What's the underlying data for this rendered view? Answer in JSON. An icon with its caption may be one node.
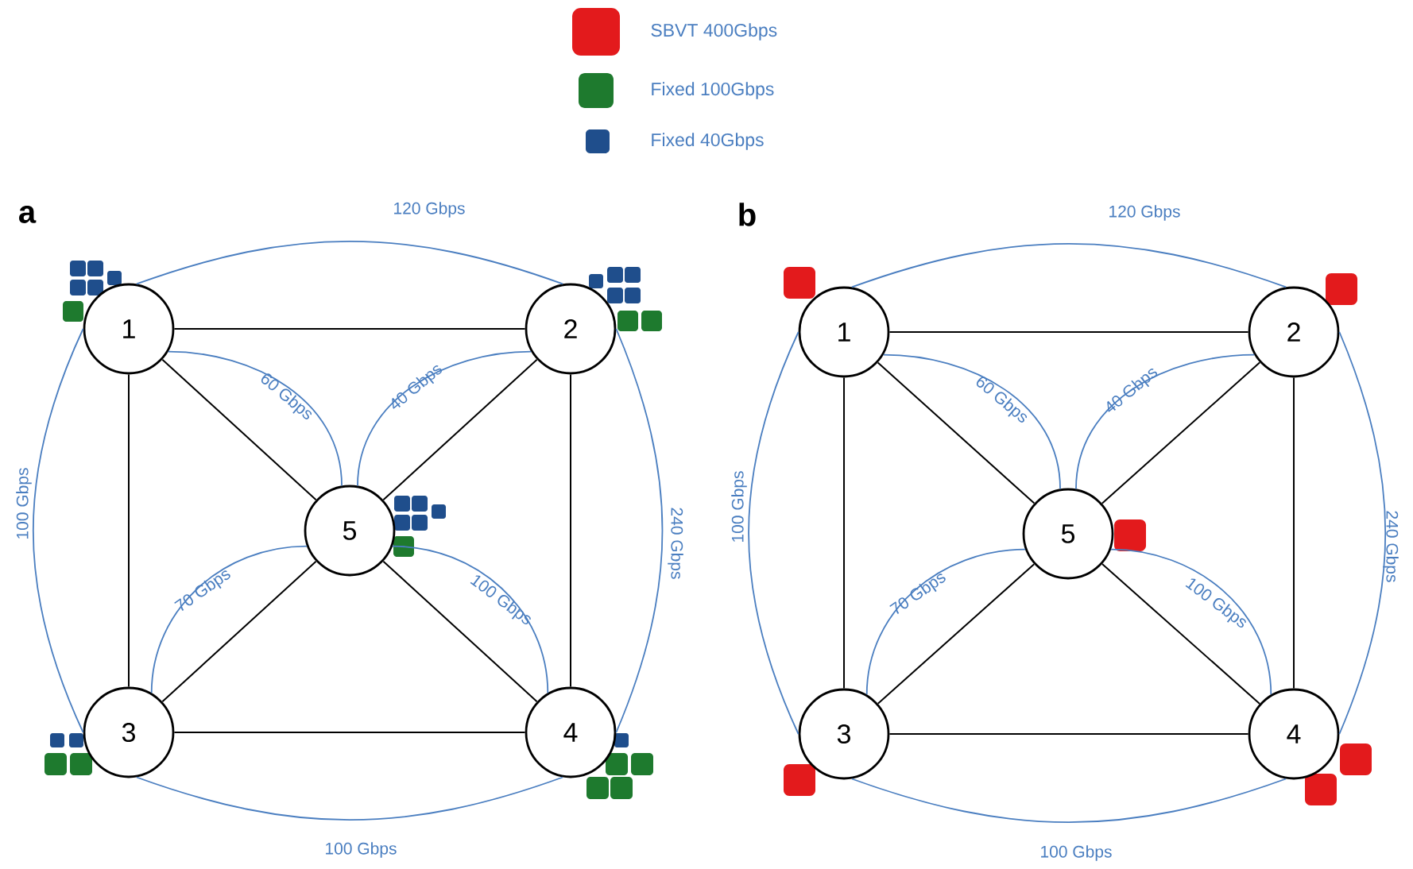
{
  "diagram": {
    "nodes": [
      {
        "text": [
          "1"
        ]
      },
      {
        "text": [
          "2"
        ]
      },
      {
        "text": [
          "3"
        ]
      },
      {
        "text": [
          "4"
        ]
      },
      {
        "text": [
          "5"
        ]
      },
      {
        "text": [
          "1"
        ]
      },
      {
        "text": [
          "2"
        ]
      },
      {
        "text": [
          "3"
        ]
      },
      {
        "text": [
          "4"
        ]
      },
      {
        "text": [
          "5"
        ]
      }
    ],
    "edges": [
      {
        "from": 0,
        "to": 1,
        "arrow": "none"
      },
      {
        "from": 0,
        "to": 2,
        "arrow": "none"
      },
      {
        "from": 1,
        "to": 3,
        "arrow": "none"
      },
      {
        "from": 2,
        "to": 3,
        "arrow": "none"
      },
      {
        "from": 0,
        "to": 4,
        "arrow": "none"
      },
      {
        "from": 1,
        "to": 4,
        "arrow": "none"
      },
      {
        "from": 2,
        "to": 4,
        "arrow": "none"
      },
      {
        "from": 4,
        "to": 3,
        "arrow": "none"
      },
      {
        "from": 0,
        "to": 1,
        "arrow": "none",
        "label": "120 Gbps",
        "color": "#4a7ec0"
      },
      {
        "from": 0,
        "to": 2,
        "arrow": "none",
        "label": "100 Gbps",
        "color": "#4a7ec0"
      },
      {
        "from": 1,
        "to": 3,
        "arrow": "none",
        "label": "240 Gbps",
        "color": "#4a7ec0"
      },
      {
        "from": 2,
        "to": 3,
        "arrow": "none",
        "label": "100 Gbps",
        "color": "#4a7ec0"
      },
      {
        "from": 0,
        "to": 4,
        "arrow": "none",
        "label": "60 Gbps",
        "color": "#4a7ec0"
      },
      {
        "from": 1,
        "to": 4,
        "arrow": "none",
        "label": "40 Gbps",
        "color": "#4a7ec0"
      },
      {
        "from": 2,
        "to": 4,
        "arrow": "none",
        "label": "70 Gbps",
        "color": "#4a7ec0"
      },
      {
        "from": 4,
        "to": 3,
        "arrow": "none",
        "label": "100 Gbps",
        "color": "#4a7ec0"
      },
      {
        "from": 5,
        "to": 6,
        "arrow": "none"
      },
      {
        "from": 5,
        "to": 7,
        "arrow": "none"
      },
      {
        "from": 6,
        "to": 8,
        "arrow": "none"
      },
      {
        "from": 7,
        "to": 8,
        "arrow": "none"
      },
      {
        "from": 5,
        "to": 9,
        "arrow": "none"
      },
      {
        "from": 6,
        "to": 9,
        "arrow": "none"
      },
      {
        "from": 7,
        "to": 9,
        "arrow": "none"
      },
      {
        "from": 9,
        "to": 8,
        "arrow": "none"
      },
      {
        "from": 5,
        "to": 6,
        "arrow": "none",
        "label": "120 Gbps",
        "color": "#4a7ec0"
      },
      {
        "from": 5,
        "to": 7,
        "arrow": "none",
        "label": "100 Gbps",
        "color": "#4a7ec0"
      },
      {
        "from": 6,
        "to": 8,
        "arrow": "none",
        "label": "240 Gbps",
        "color": "#4a7ec0"
      },
      {
        "from": 7,
        "to": 8,
        "arrow": "none",
        "label": "100 Gbps",
        "color": "#4a7ec0"
      },
      {
        "from": 5,
        "to": 9,
        "arrow": "none",
        "label": "60 Gbps",
        "color": "#4a7ec0"
      },
      {
        "from": 6,
        "to": 9,
        "arrow": "none",
        "label": "40 Gbps",
        "color": "#4a7ec0"
      },
      {
        "from": 7,
        "to": 9,
        "arrow": "none",
        "label": "70 Gbps",
        "color": "#4a7ec0"
      },
      {
        "from": 9,
        "to": 8,
        "arrow": "none",
        "label": "100 Gbps",
        "color": "#4a7ec0"
      }
    ],
    "labels": [
      "a",
      "b"
    ],
    "legend": [
      {
        "text": "SBVT 400Gbps",
        "color": "#e31a1c"
      },
      {
        "text": "Fixed 100Gbps",
        "color": "#1e7a2e"
      },
      {
        "text": "Fixed 40Gbps",
        "color": "#1f4e8c"
      }
    ]
  }
}
